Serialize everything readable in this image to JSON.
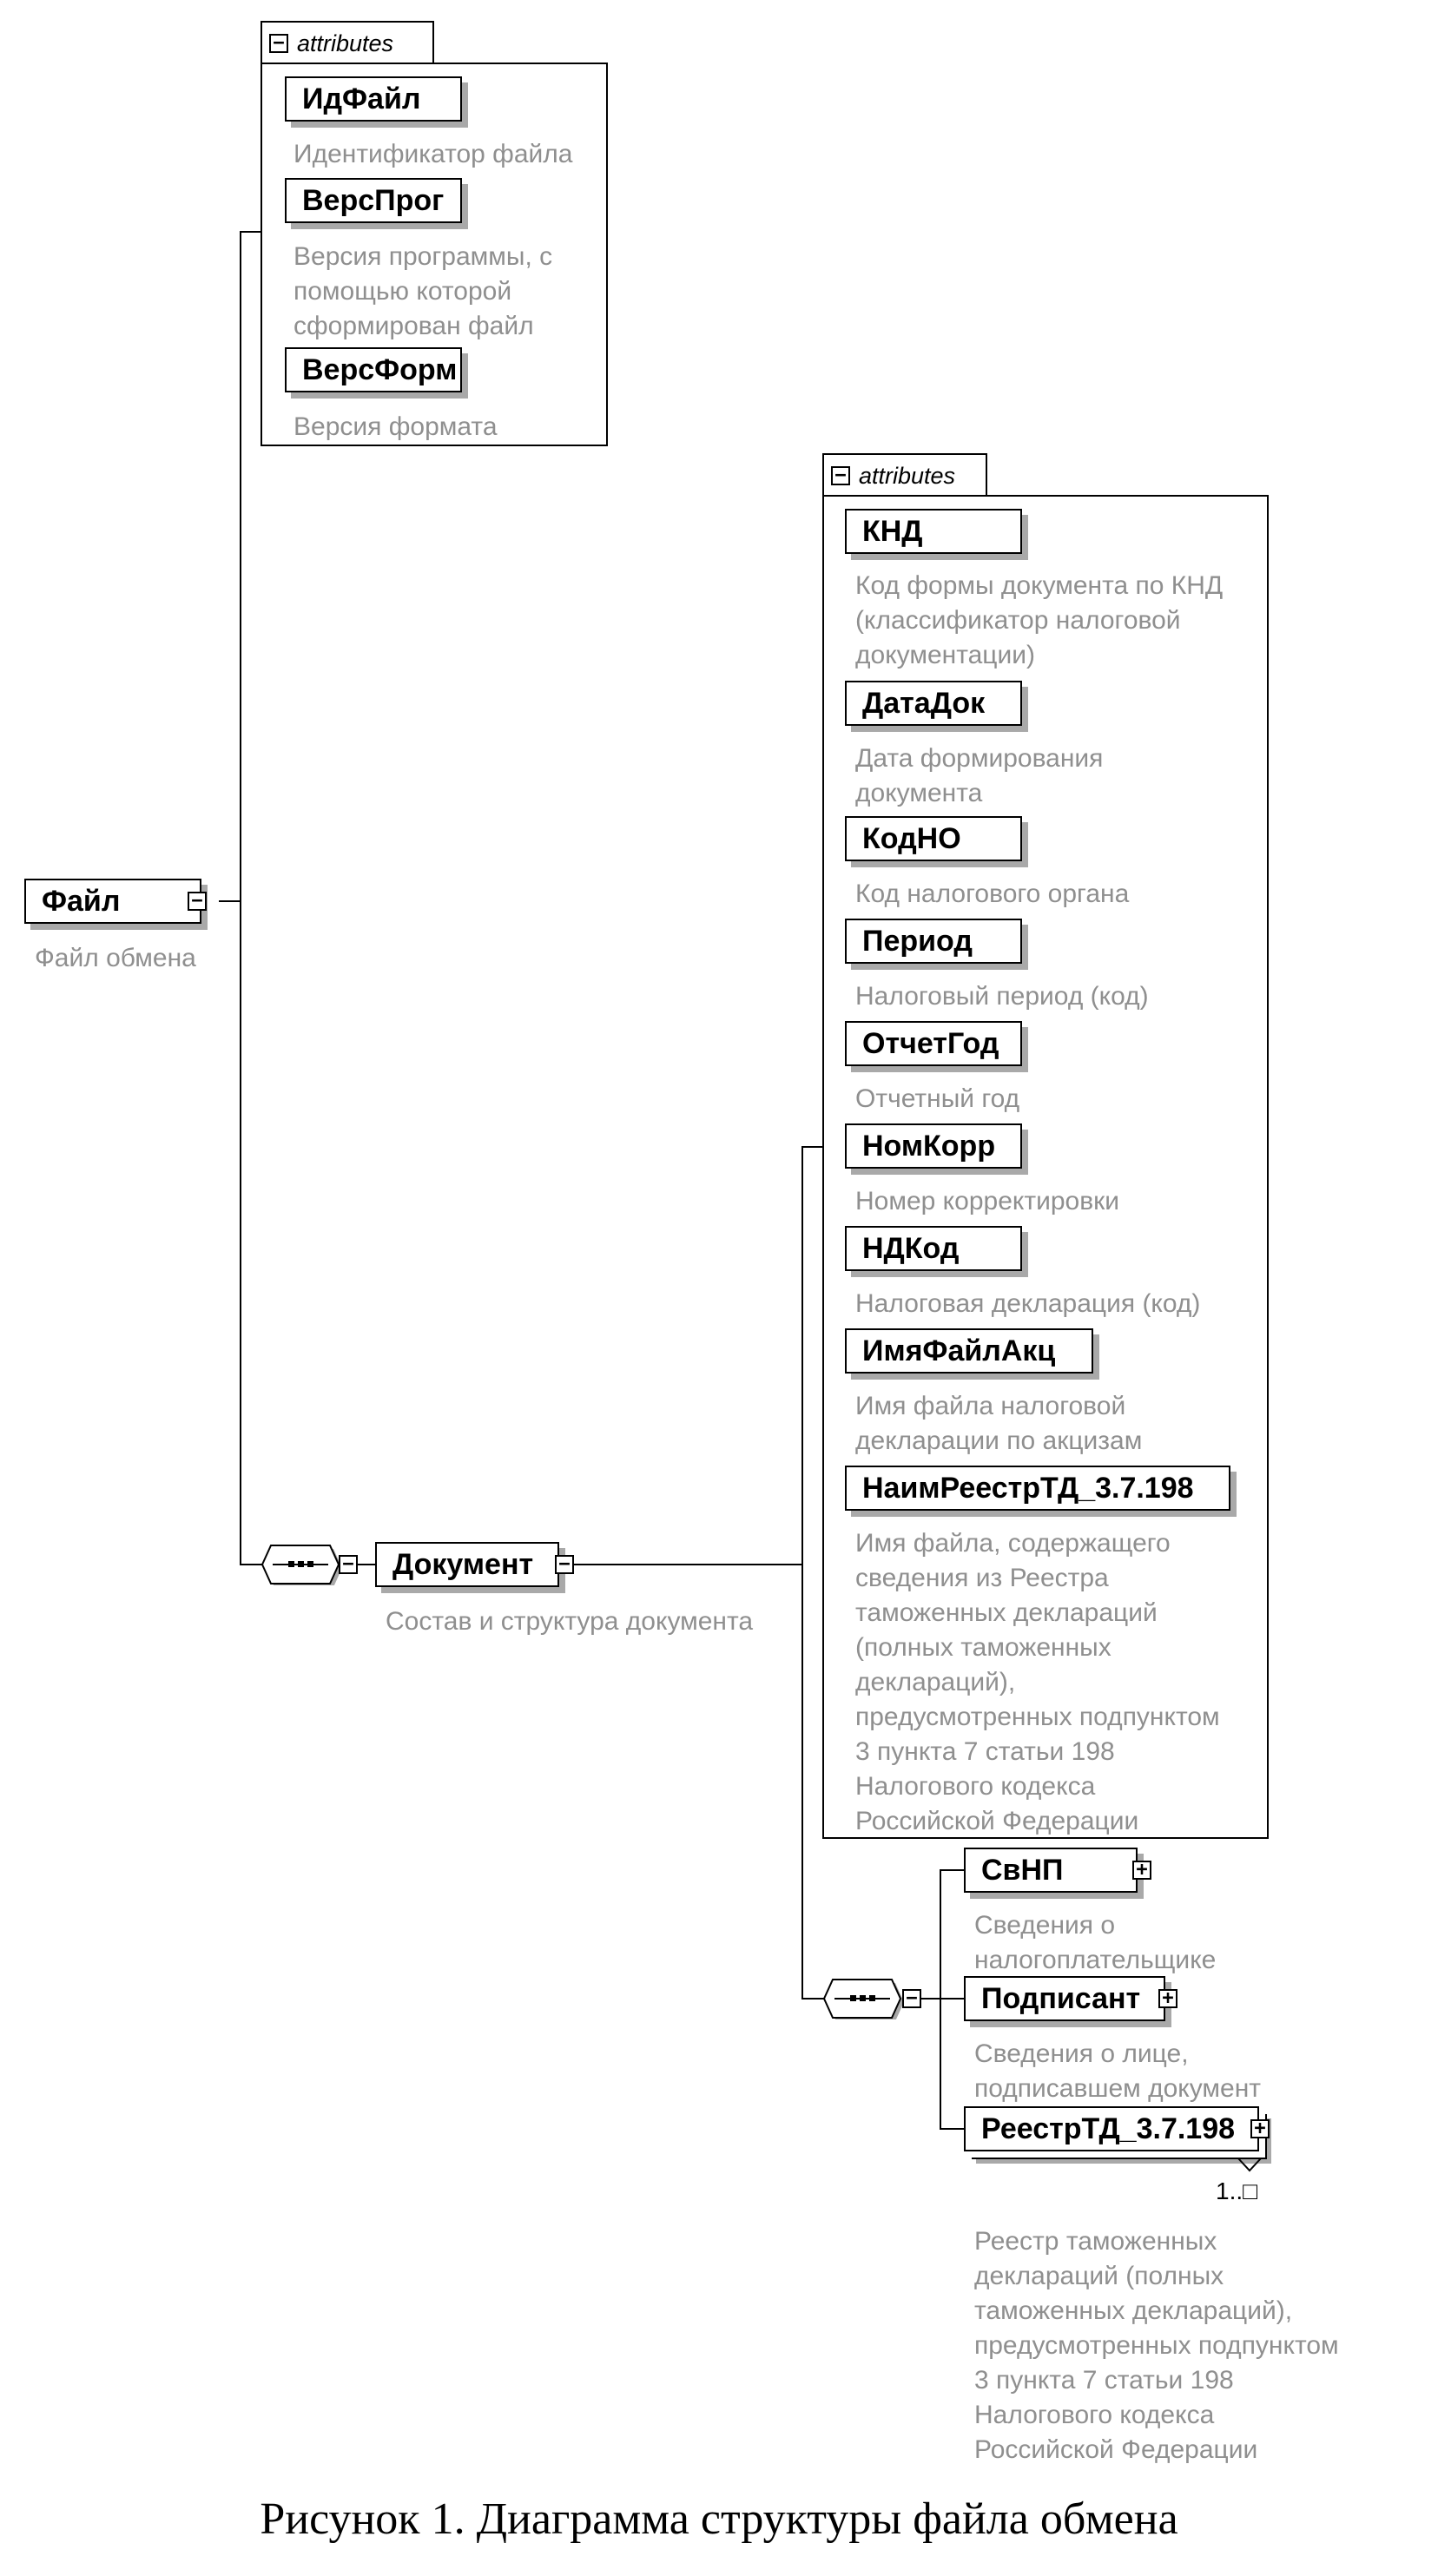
{
  "root": {
    "name": "Файл",
    "description": "Файл обмена"
  },
  "file_attributes": {
    "tab_label": "attributes",
    "items": [
      {
        "name": "ИдФайл",
        "description": [
          "Идентификатор файла"
        ]
      },
      {
        "name": "ВерсПрог",
        "description": [
          "Версия программы, с",
          "помощью которой",
          "сформирован файл"
        ]
      },
      {
        "name": "ВерсФорм",
        "description": [
          "Версия формата"
        ]
      }
    ]
  },
  "document": {
    "name": "Документ",
    "description": "Состав и структура документа"
  },
  "document_attributes": {
    "tab_label": "attributes",
    "items": [
      {
        "name": "КНД",
        "description": [
          "Код формы документа по КНД",
          "(классификатор налоговой",
          "документации)"
        ]
      },
      {
        "name": "ДатаДок",
        "description": [
          "Дата формирования",
          "документа"
        ]
      },
      {
        "name": "КодНО",
        "description": [
          "Код налогового органа"
        ]
      },
      {
        "name": "Период",
        "description": [
          "Налоговый период (код)"
        ]
      },
      {
        "name": "ОтчетГод",
        "description": [
          "Отчетный год"
        ]
      },
      {
        "name": "НомКорр",
        "description": [
          "Номер корректировки"
        ]
      },
      {
        "name": "НДКод",
        "description": [
          "Налоговая декларация (код)"
        ]
      },
      {
        "name": "ИмяФайлАкц",
        "description": [
          "Имя файла налоговой",
          "декларации по акцизам"
        ]
      },
      {
        "name": "НаимРеестрТД_3.7.198",
        "description": [
          "Имя файла, содержащего",
          "сведения из Реестра",
          "таможенных деклараций",
          "(полных таможенных",
          "деклараций),",
          "предусмотренных подпунктом",
          "3 пункта 7 статьи 198",
          "Налогового кодекса",
          "Российской Федерации"
        ]
      }
    ]
  },
  "document_children": [
    {
      "name": "СвНП",
      "description": [
        "Сведения о",
        "налогоплательщике"
      ]
    },
    {
      "name": "Подписант",
      "description": [
        "Сведения о лице,",
        "подписавшем документ"
      ]
    },
    {
      "name": "РеестрТД_3.7.198",
      "multiplicity": "1..□",
      "description": [
        "Реестр таможенных",
        "деклараций (полных",
        "таможенных деклараций),",
        "предусмотренных подпунктом",
        "3 пункта 7 статьи 198",
        "Налогового кодекса",
        "Российской Федерации"
      ]
    }
  ],
  "caption": "Рисунок 1. Диаграмма структуры файла обмена"
}
